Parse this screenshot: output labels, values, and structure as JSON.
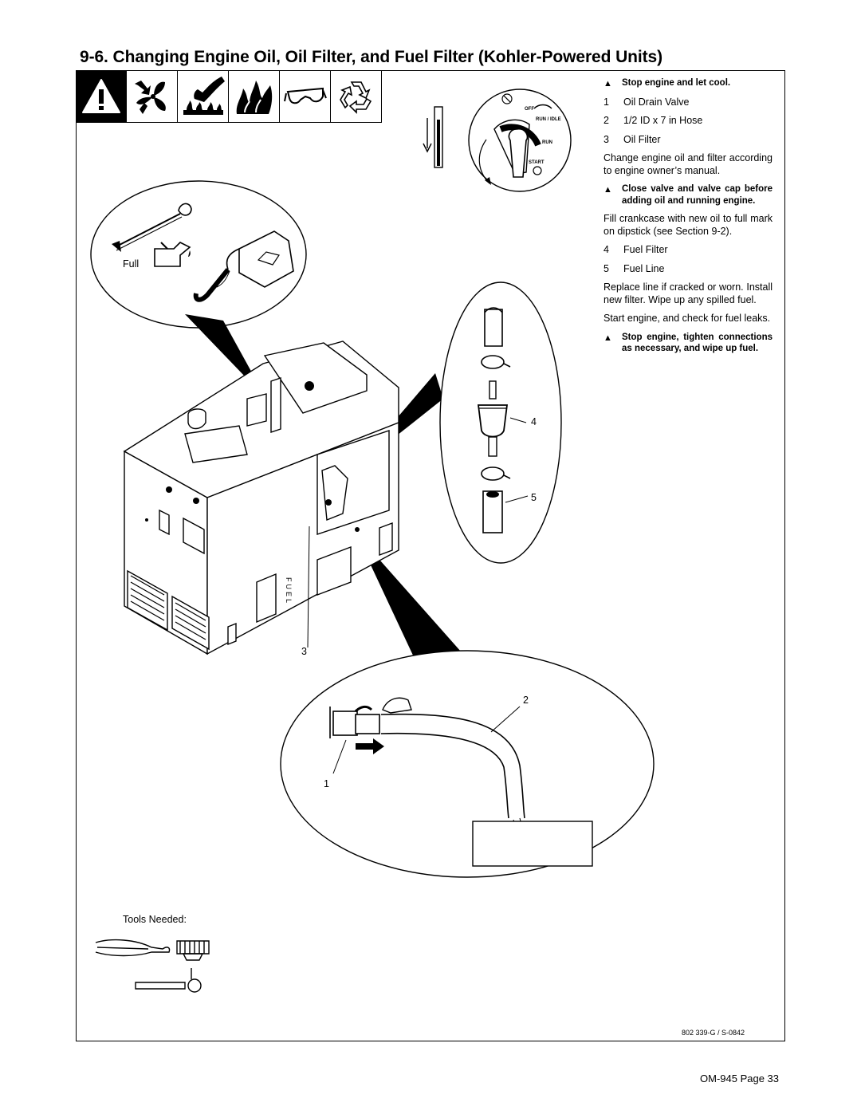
{
  "heading": "9-6.   Changing Engine Oil, Oil Filter, and Fuel Filter (Kohler-Powered Units)",
  "warning_icons": [
    "warning-triangle-icon",
    "moving-parts-fan-icon",
    "hot-parts-hand-icon",
    "fire-icon",
    "safety-glasses-icon",
    "recycle-icon"
  ],
  "steps": {
    "warn1": "Stop engine and let cool.",
    "item1_num": "1",
    "item1": "Oil Drain Valve",
    "item2_num": "2",
    "item2": "1/2 ID x 7 in Hose",
    "item3_num": "3",
    "item3": "Oil Filter",
    "para1": "Change engine oil and filter according to engine owner’s manual.",
    "warn2": "Close valve and valve cap before adding oil and running engine.",
    "para2": "Fill crankcase with new oil to full mark on dipstick (see Section 9-2).",
    "item4_num": "4",
    "item4": "Fuel Filter",
    "item5_num": "5",
    "item5": "Fuel Line",
    "para3": "Replace line if cracked or worn. Install new filter. Wipe up any spilled fuel.",
    "para4": "Start engine, and check for fuel leaks.",
    "warn3": "Stop engine, tighten connections as necessary, and wipe up fuel."
  },
  "switch_labels": {
    "off": "OFF",
    "run_idle": "RUN / IDLE",
    "run": "RUN",
    "start": "START"
  },
  "diagram_labels": {
    "full": "Full",
    "callout_4": "4",
    "callout_5": "5",
    "callout_3": "3",
    "callout_2": "2",
    "callout_1": "1",
    "fuel_panel": "FUEL",
    "tools_needed": "Tools Needed:"
  },
  "footer": {
    "drawing_code": "802 339-G / S-0842",
    "page": "OM-945 Page 33"
  }
}
